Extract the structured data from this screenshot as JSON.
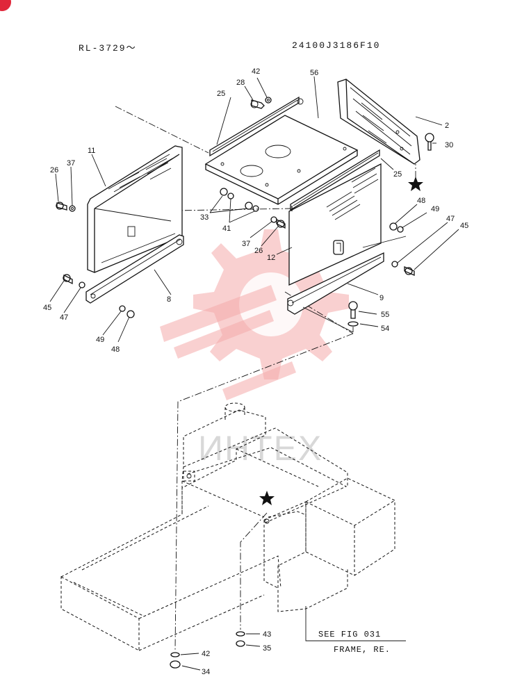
{
  "header": {
    "serial_range": "RL-3729～",
    "drawing_number": "24100J3186F10"
  },
  "watermark": {
    "text": "ИНТЕХ"
  },
  "callouts": {
    "c2": "2",
    "c8": "8",
    "c9": "9",
    "c11": "11",
    "c12": "12",
    "c25a": "25",
    "c25b": "25",
    "c26a": "26",
    "c26b": "26",
    "c28": "28",
    "c30": "30",
    "c33": "33",
    "c34": "34",
    "c35": "35",
    "c37a": "37",
    "c37b": "37",
    "c41": "41",
    "c42a": "42",
    "c42b": "42",
    "c43": "43",
    "c45a": "45",
    "c45b": "45",
    "c47a": "47",
    "c47b": "47",
    "c48a": "48",
    "c48b": "48",
    "c49a": "49",
    "c49b": "49",
    "c54": "54",
    "c55": "55",
    "c56": "56"
  },
  "reference_note": {
    "line1": "SEE FIG 031",
    "line2": "FRAME, RE."
  },
  "symbols": {
    "star": "star-icon"
  }
}
